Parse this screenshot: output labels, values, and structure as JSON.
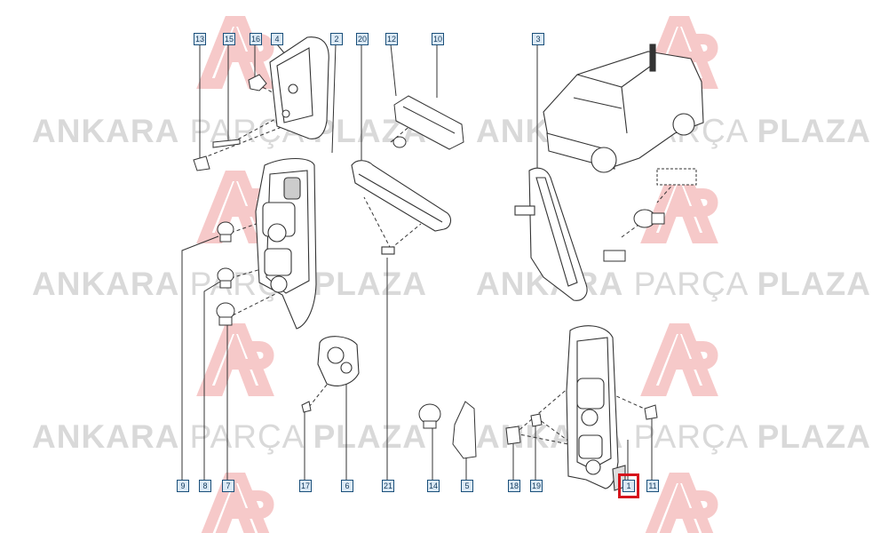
{
  "watermark": {
    "word_bold_1": "ANKARA",
    "word_light": "PARÇA",
    "word_bold_2": "PLAZA"
  },
  "callouts": {
    "c13a": "13",
    "c15": "15",
    "c16": "16",
    "c4": "4",
    "c2": "2",
    "c20": "20",
    "c12": "12",
    "c10": "10",
    "c3": "3",
    "c9": "9",
    "c8": "8",
    "c7": "7",
    "c17": "17",
    "c6": "6",
    "c21": "21",
    "c14": "14",
    "c5": "5",
    "c18": "18",
    "c19": "19",
    "c1": "1",
    "c11": "11"
  },
  "highlighted_part": "1",
  "colors": {
    "watermark": "#d9d9d9",
    "logo_red": "#f6c9c9",
    "tag_border": "#1a4f7a",
    "tag_fill": "#dbe9f5",
    "highlight": "#d6141c",
    "line_art": "#333333"
  }
}
